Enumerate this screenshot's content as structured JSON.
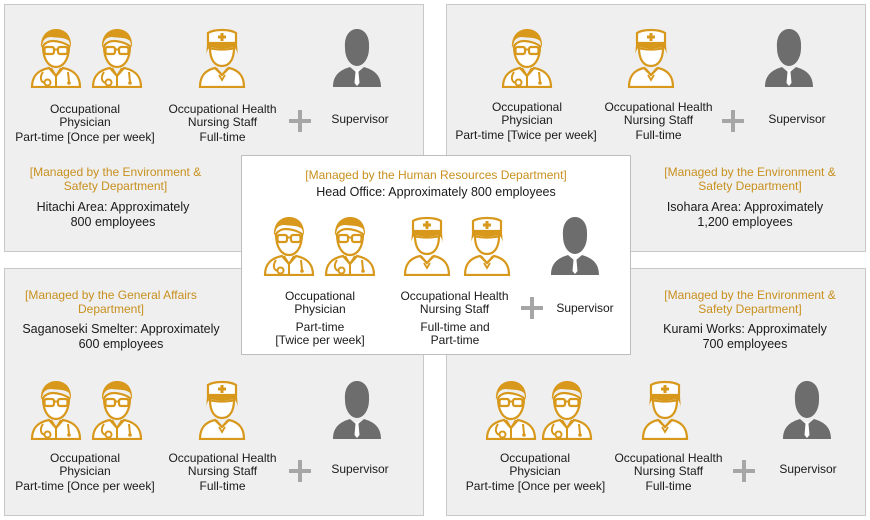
{
  "colors": {
    "orange": "#d7981c",
    "gray": "#6d6d6d",
    "manager_text": "#c8901e",
    "panel_bg": "#efefef"
  },
  "icons": [
    "doctor-icon",
    "nurse-icon",
    "supervisor-icon",
    "plus-icon"
  ],
  "labels": {
    "physician": "Occupational\nPhysician",
    "nurse": "Occupational Health\nNursing Staff",
    "supervisor": "Supervisor"
  },
  "hitachi": {
    "physician_schedule": "Part-time [Once per week]",
    "nurse_schedule": "Full-time",
    "manager": "[Managed by the Environment &\nSafety Department]",
    "area": "Hitachi Area: Approximately\n800 employees"
  },
  "isohara": {
    "physician_schedule": "Part-time [Twice per week]",
    "nurse_schedule": "Full-time",
    "manager": "[Managed by the Environment &\nSafety Department]",
    "area": "Isohara Area: Approximately\n1,200 employees"
  },
  "head_office": {
    "manager": "[Managed by the Human Resources Department]",
    "area": "Head Office: Approximately 800 employees",
    "physician_schedule": "Part-time\n[Twice per week]",
    "nurse_schedule": "Full-time and\nPart-time"
  },
  "saganoseki": {
    "manager": "[Managed by the General Affairs\nDepartment]",
    "area": "Saganoseki Smelter: Approximately\n600 employees",
    "physician_schedule": "Part-time [Once per week]",
    "nurse_schedule": "Full-time"
  },
  "kurami": {
    "manager": "[Managed by the Environment &\nSafety Department]",
    "area": "Kurami Works: Approximately\n700 employees",
    "physician_schedule": "Part-time [Once per week]",
    "nurse_schedule": "Full-time"
  }
}
